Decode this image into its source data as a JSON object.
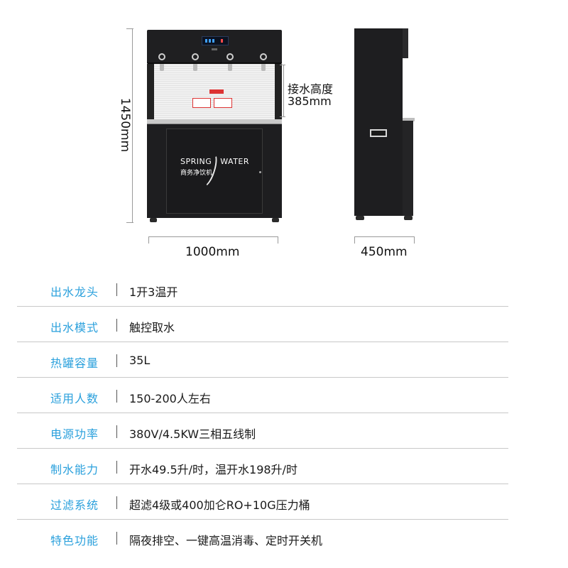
{
  "dimensions": {
    "height": "1450mm",
    "front_width": "1000mm",
    "side_depth": "450mm",
    "tap_clearance_label": "接水高度",
    "tap_clearance_value": "385mm"
  },
  "product": {
    "brand_en_left": "SPRING",
    "brand_en_right": "WATER",
    "brand_cn": "商务净饮机"
  },
  "specs": [
    {
      "key": "出水龙头",
      "value": "1开3温开"
    },
    {
      "key": "出水模式",
      "value": "触控取水"
    },
    {
      "key": "热罐容量",
      "value": "35L"
    },
    {
      "key": "适用人数",
      "value": "150-200人左右"
    },
    {
      "key": "电源功率",
      "value": "380V/4.5KW三相五线制"
    },
    {
      "key": "制水能力",
      "value": "开水49.5升/时，温开水198升/时"
    },
    {
      "key": "过滤系统",
      "value": "超滤4级或400加仑RO+10G压力桶"
    },
    {
      "key": "特色功能",
      "value": "隔夜排空、一键高温消毒、定时开关机"
    }
  ],
  "colors": {
    "spec_key": "#2aa0dc",
    "cabinet": "#1e1e20"
  }
}
